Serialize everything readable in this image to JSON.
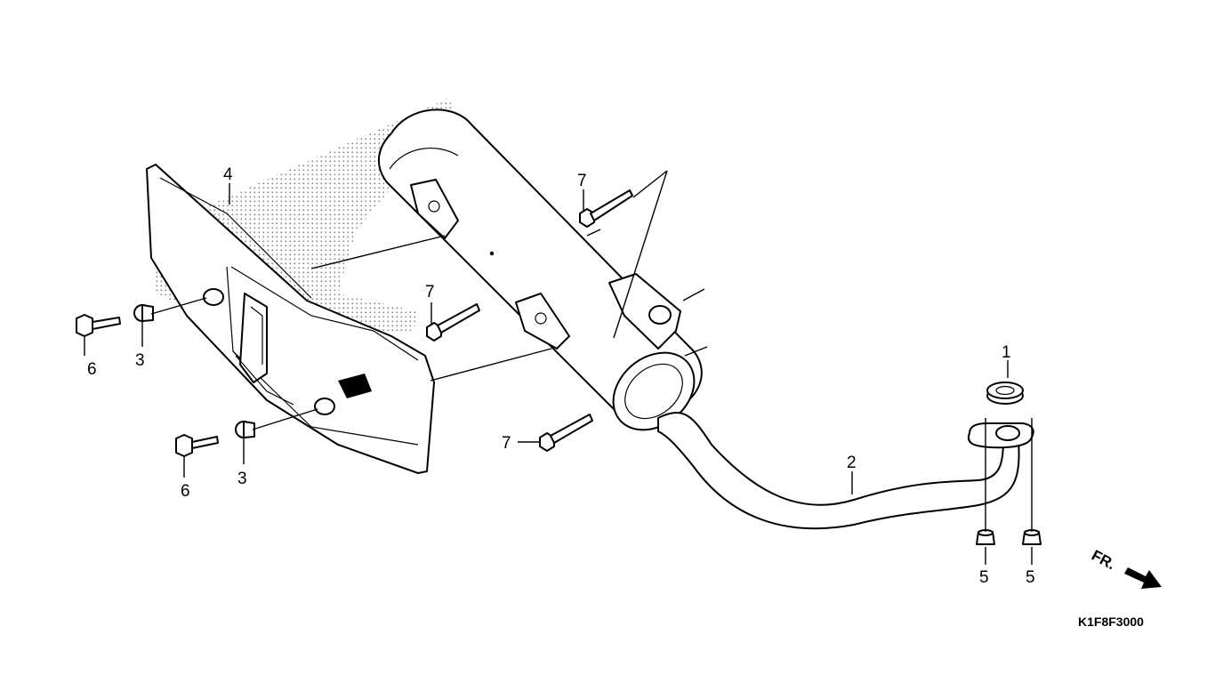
{
  "diagram": {
    "code": "K1F8F3000",
    "direction_label": "FR.",
    "callouts": [
      "1",
      "2",
      "3",
      "3",
      "4",
      "5",
      "5",
      "6",
      "6",
      "7",
      "7",
      "7"
    ]
  }
}
